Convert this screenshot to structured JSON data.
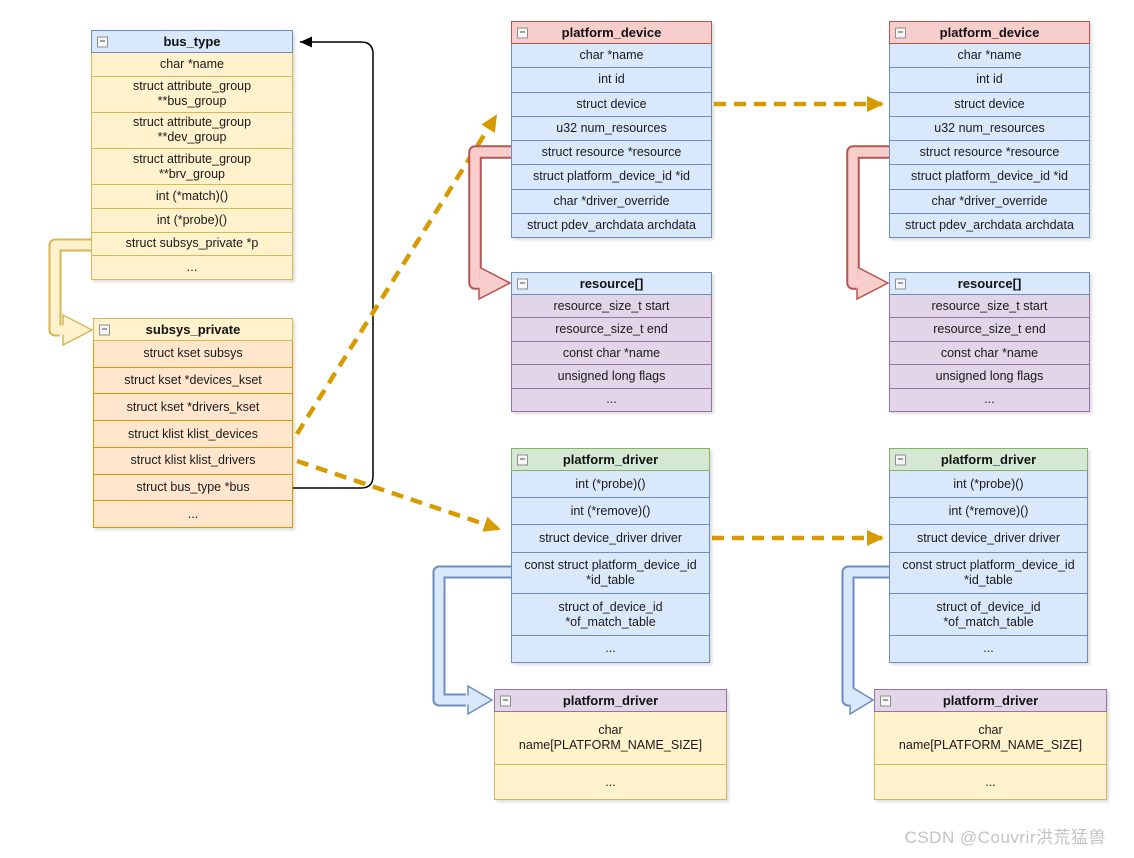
{
  "diagram": {
    "watermark": "CSDN @Couvrir洪荒猛兽",
    "icons": {
      "collapse": "minus-square"
    },
    "colors": {
      "blue_fill": "#dae8fc",
      "blue_stroke": "#6c8ebf",
      "yellow_fill": "#fff2cc",
      "yellow_stroke": "#d6b656",
      "orange_fill": "#ffe6cc",
      "orange_stroke": "#d79b00",
      "pink_fill": "#f8cecc",
      "pink_stroke": "#b85450",
      "green_fill": "#d5e8d4",
      "green_stroke": "#82b366",
      "purple_fill": "#e1d5e7",
      "purple_stroke": "#9673a6",
      "dashed_arrow": "#d79b00",
      "black_line": "#000000"
    },
    "boxes": {
      "bus_type": {
        "title": "bus_type",
        "rows": [
          "char *name",
          "struct attribute_group\n**bus_group",
          "struct attribute_group\n**dev_group",
          "struct attribute_group\n**brv_group",
          "int (*match)()",
          "int (*probe)()",
          "struct subsys_private *p",
          "..."
        ]
      },
      "subsys_private": {
        "title": "subsys_private",
        "rows": [
          "struct kset subsys",
          "struct kset *devices_kset",
          "struct kset *drivers_kset",
          "struct klist klist_devices",
          "struct klist klist_drivers",
          "struct bus_type *bus",
          "..."
        ]
      },
      "platform_device": {
        "title": "platform_device",
        "rows": [
          "char *name",
          "int id",
          "struct device",
          "u32 num_resources",
          "struct resource *resource",
          "struct platform_device_id *id",
          "char *driver_override",
          "struct pdev_archdata archdata"
        ]
      },
      "resource_array": {
        "title": "resource[]",
        "rows": [
          "resource_size_t start",
          "resource_size_t end",
          "const char *name",
          "unsigned long flags",
          "..."
        ]
      },
      "platform_driver": {
        "title": "platform_driver",
        "rows": [
          "int (*probe)()",
          "int (*remove)()",
          "struct device_driver driver",
          "const struct platform_device_id\n*id_table",
          "struct of_device_id\n*of_match_table",
          "..."
        ]
      },
      "platform_driver_name": {
        "title": "platform_driver",
        "rows": [
          "char\nname[PLATFORM_NAME_SIZE]",
          "..."
        ]
      }
    }
  }
}
